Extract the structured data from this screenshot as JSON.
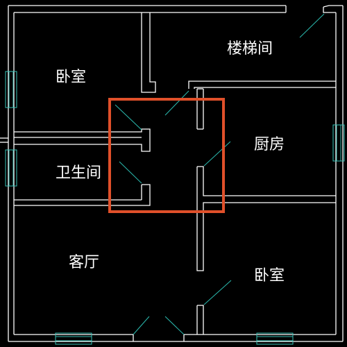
{
  "rooms": {
    "bedroom_top_left": "卧室",
    "stairwell": "楼梯间",
    "kitchen": "厨房",
    "bathroom": "卫生间",
    "living_room": "客厅",
    "bedroom_bottom_right": "卧室"
  },
  "colors": {
    "background": "#000000",
    "walls": "#ffffff",
    "doors_windows": "#2bbbb0",
    "highlight_box": "#e0502a"
  }
}
